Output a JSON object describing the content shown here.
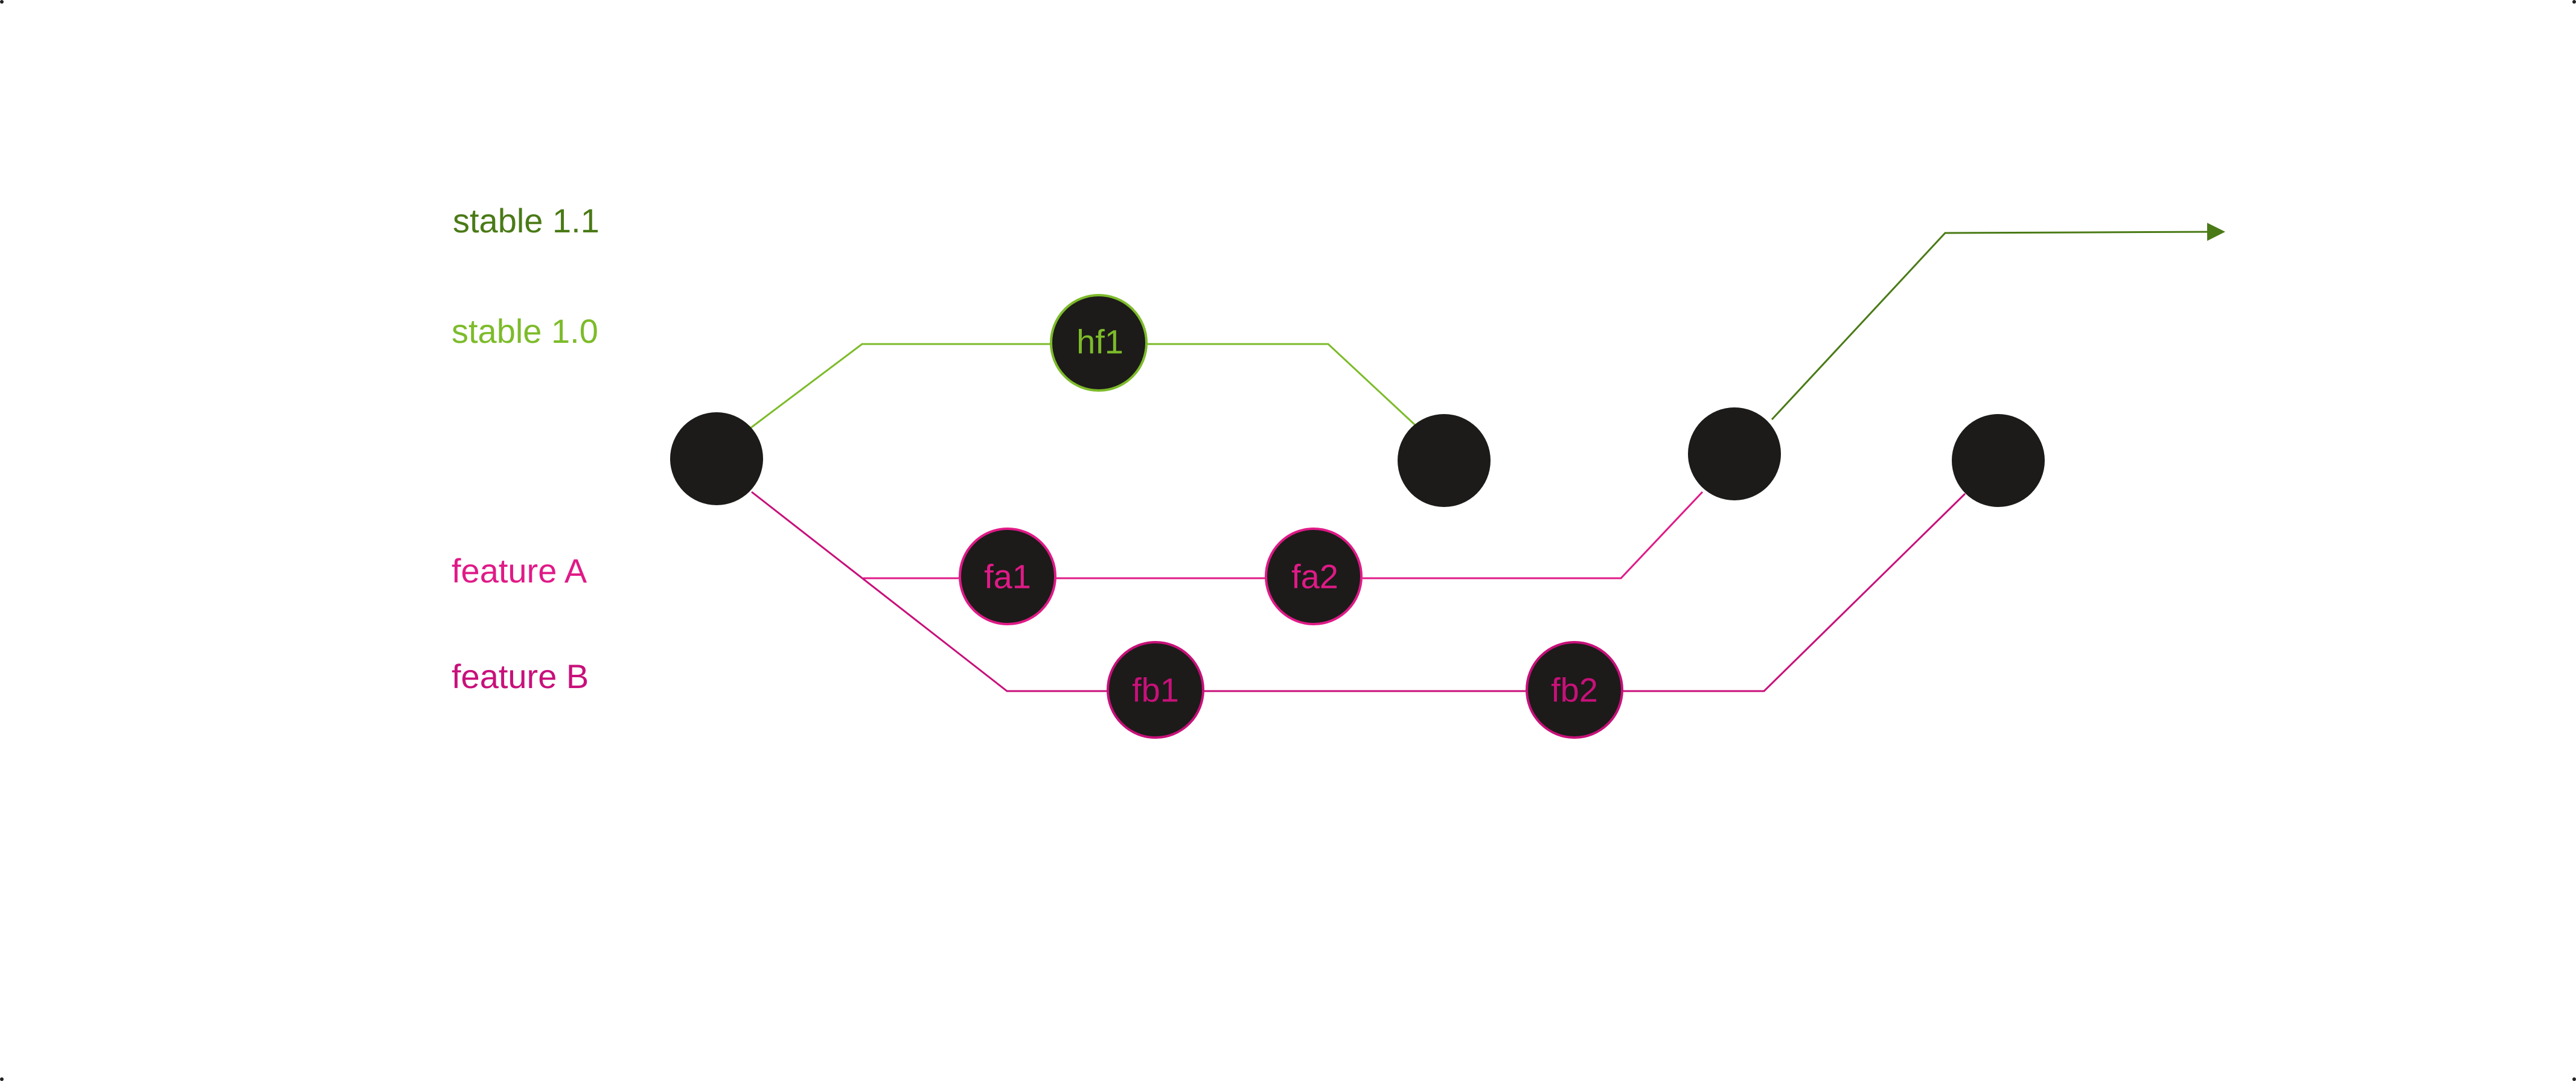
{
  "colors": {
    "stable_1_1": "#4a7a16",
    "stable_1_0": "#7dbb2a",
    "feature_a": "#e01a87",
    "feature_b": "#c8107a",
    "node_fill": "#1c1b19",
    "background": "#ffffff"
  },
  "labels": {
    "stable_1_1": "stable 1.1",
    "stable_1_0": "stable 1.0",
    "feature_a": "feature A",
    "feature_b": "feature B"
  },
  "commits": {
    "hf1": "hf1",
    "fa1": "fa1",
    "fa2": "fa2",
    "fb1": "fb1",
    "fb2": "fb2"
  },
  "icons": {
    "arrow": "arrow-right-icon"
  }
}
